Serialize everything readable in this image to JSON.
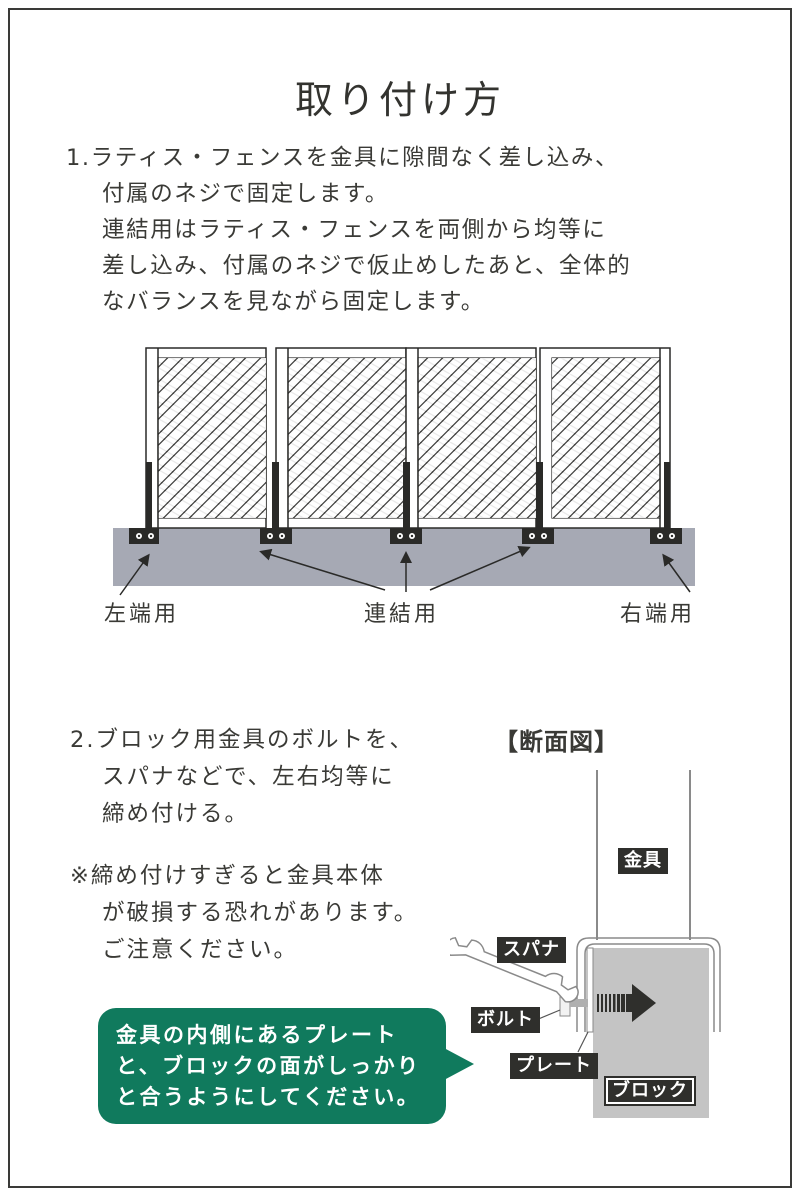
{
  "page": {
    "title": "取り付け方"
  },
  "step1": {
    "lines": [
      "1.ラティス・フェンスを金具に隙間なく差し込み、",
      "付属のネジで固定します。",
      "連結用はラティス・フェンスを両側から均等に",
      "差し込み、付属のネジで仮止めしたあと、全体的",
      "なバランスを見ながら固定します。"
    ]
  },
  "fence_diagram": {
    "panel_count": 4,
    "bracket_count": 5,
    "labels": {
      "left_end": "左端用",
      "connector": "連結用",
      "right_end": "右端用"
    },
    "colors": {
      "ground": "#a6a9b4",
      "bracket": "#2a2a28",
      "lattice_stroke": "#2a2a28"
    }
  },
  "step2": {
    "lines": [
      "2.ブロック用金具のボルトを、",
      "スパナなどで、左右均等に",
      "締め付ける。"
    ]
  },
  "note": {
    "lines": [
      "※締め付けすぎると金具本体",
      "が破損する恐れがあります。",
      "ご注意ください。"
    ]
  },
  "cross_section": {
    "title": "【断面図】",
    "labels": {
      "bracket": "金具",
      "wrench": "スパナ",
      "bolt": "ボルト",
      "plate": "プレート",
      "block": "ブロック"
    },
    "colors": {
      "block": "#c4c4c4",
      "tag_bg": "#2f2f2c"
    }
  },
  "callout": {
    "lines": [
      "金具の内側にあるプレート",
      "と、ブロックの面がしっかり",
      "と合うようにしてください。"
    ],
    "color": "#107a5d"
  }
}
